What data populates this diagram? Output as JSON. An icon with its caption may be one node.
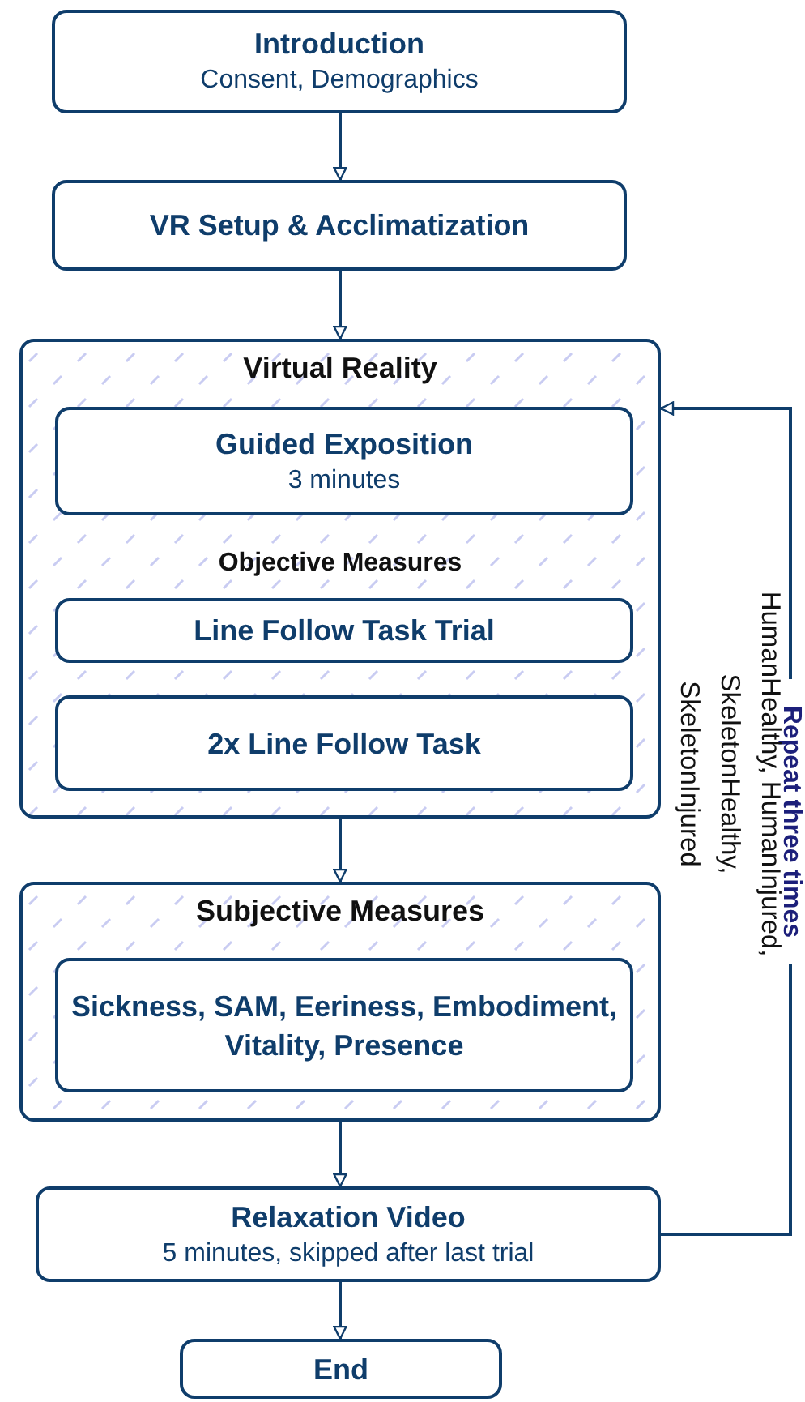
{
  "diagram": {
    "nodes": [
      {
        "text": [
          "Introduction",
          "Consent, Demographics"
        ]
      },
      {
        "text": [
          "VR Setup & Acclimatization"
        ]
      },
      {
        "text": [
          "Virtual Reality",
          "Objective Measures"
        ]
      },
      {
        "text": [
          "Guided Exposition",
          "3 minutes"
        ],
        "in": 2
      },
      {
        "text": [
          "Line Follow Task Trial"
        ],
        "in": 2
      },
      {
        "text": [
          "2x Line Follow Task"
        ],
        "in": 2
      },
      {
        "text": [
          "Subjective Measures"
        ]
      },
      {
        "text": [
          "Sickness, SAM, Eeriness, Embodiment, Vitality, Presence"
        ],
        "in": 6
      },
      {
        "text": [
          "Relaxation Video",
          "5 minutes, skipped after last trial"
        ]
      },
      {
        "text": [
          "End"
        ]
      }
    ],
    "edges": [
      {
        "from": 0,
        "to": 1,
        "arrow": "to"
      },
      {
        "from": 1,
        "to": 2,
        "arrow": "to"
      },
      {
        "from": 2,
        "to": 6,
        "arrow": "to"
      },
      {
        "from": 6,
        "to": 8,
        "arrow": "to"
      },
      {
        "from": 8,
        "to": 9,
        "arrow": "to"
      },
      {
        "from": 8,
        "to": 2,
        "arrow": "to",
        "label": "Repeat three times"
      }
    ],
    "labels": [
      "HumanHealthy, HumanInjured, SkeletonHealthy, SkeletonInjured"
    ]
  }
}
